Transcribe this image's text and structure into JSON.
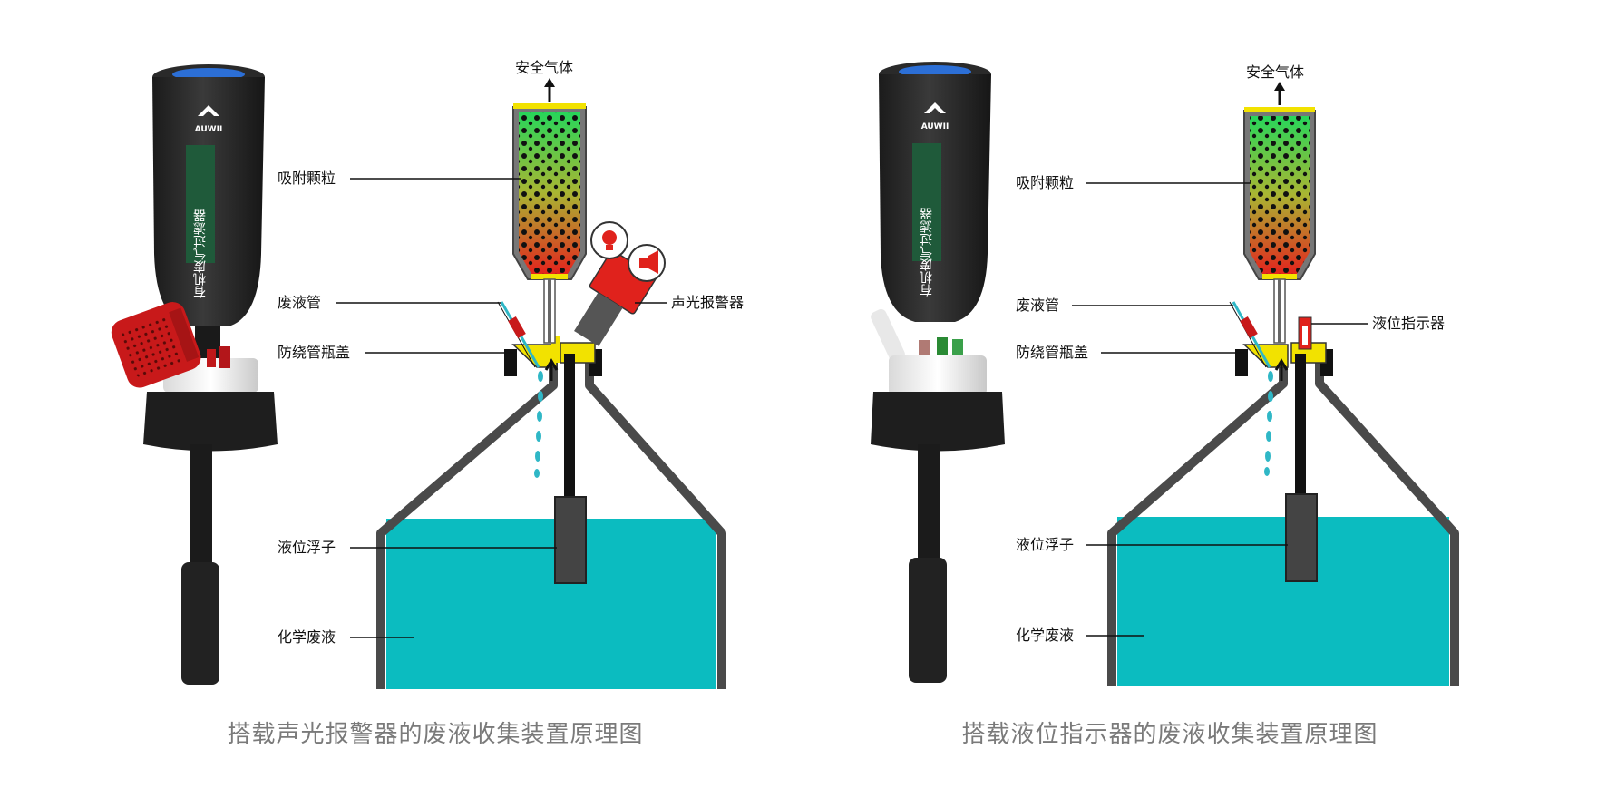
{
  "panels": [
    {
      "device_brand": "AUWII",
      "device_label": "有机废气过滤器",
      "labels": {
        "safe_gas": "安全气体",
        "adsorbent": "吸附颗粒",
        "waste_tube": "废液管",
        "alarm": "声光报警器",
        "cap": "防绕管瓶盖",
        "float": "液位浮子",
        "waste_liquid": "化学废液"
      },
      "caption": "搭载声光报警器的废液收集装置原理图"
    },
    {
      "device_brand": "AUWII",
      "device_label": "有机废气过滤器",
      "labels": {
        "safe_gas": "安全气体",
        "adsorbent": "吸附颗粒",
        "waste_tube": "废液管",
        "indicator": "液位指示器",
        "cap": "防绕管瓶盖",
        "float": "液位浮子",
        "waste_liquid": "化学废液"
      },
      "caption": "搭载液位指示器的废液收集装置原理图"
    }
  ],
  "colors": {
    "liquid": "#0bbcc0",
    "bottle_wall": "#4a4a4a",
    "cap_yellow": "#f2e200",
    "alarm_red": "#e0221c",
    "adsorbent_top": "#27d65a",
    "adsorbent_bottom": "#e3231d",
    "device_body": "#262626",
    "device_label_bg": "#1f5a3a",
    "drip": "#2fb7c6"
  },
  "icons": [
    "filter-device-icon",
    "alarm-device-icon",
    "bulb-icon",
    "arrow-up-icon",
    "liquid-drop-icon"
  ]
}
